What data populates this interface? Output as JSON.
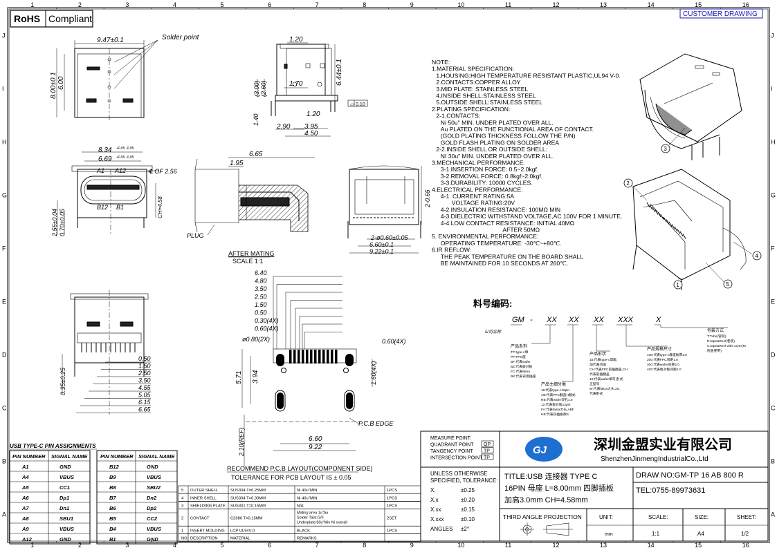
{
  "rohs": "RoHS Compliant",
  "rohs_parts": [
    "RoHS",
    "Compliant"
  ],
  "customer_drawing": "CUSTOMER DRAWING",
  "grid": {
    "cols": [
      "1",
      "2",
      "3",
      "4",
      "5",
      "6",
      "7",
      "8",
      "9",
      "10",
      "11",
      "12",
      "13",
      "14",
      "15",
      "16"
    ],
    "rows": [
      "J",
      "I",
      "H",
      "G",
      "F",
      "E",
      "D",
      "C",
      "B",
      "A"
    ]
  },
  "top_view": {
    "width": "9.47±0.1",
    "solder": "Solder point",
    "height": "8.00±0.1",
    "inner": "6.00"
  },
  "side_view": {
    "d120a": "1.20",
    "d170": "1.70",
    "d300": "(3.00)",
    "d260": "(2.60)",
    "d140": "1.40",
    "d120b": "1.20",
    "d290": "2.90",
    "d395": "3.95",
    "d450": "4.50",
    "d644": "6.44±0.1",
    "flat": "0.10"
  },
  "front_view": {
    "w834": "8.34",
    "w834_tol": "+0.05 -0.05",
    "w669": "6.69",
    "w669_tol": "+0.05 -0.05",
    "a1": "A1",
    "a12": "A12",
    "b12": "B12",
    "b1": "B1",
    "cl": "℄ OF 2.56",
    "h256": "2.56±0.04",
    "h070": "0.70±0.05",
    "ch": "CH=4.58"
  },
  "mating": {
    "d665": "6.65",
    "d195": "1.95",
    "plug": "PLUG",
    "title": "AFTER MATING",
    "scale": "SCALE 1:1"
  },
  "rear_view": {
    "d065": "2-0.65",
    "holes": "2-ø0.60±0.05",
    "w660": "6.60±0.1",
    "w922": "9.22±0.1"
  },
  "bottom_view": {
    "d035": "0.35±0.25",
    "dims": [
      "0.50",
      "1.50",
      "2.50",
      "3.50",
      "4.55",
      "5.05",
      "6.15",
      "6.65"
    ]
  },
  "pcb": {
    "dims_top": [
      "6.40",
      "4.80",
      "3.50",
      "2.50",
      "1.50",
      "0.50",
      "0.30(4X)",
      "0.60(4X)"
    ],
    "d080": "ø0.80(2X)",
    "d060": "0.60(4X)",
    "d571": "5.71",
    "d394": "3.94",
    "d160": "1.60(4X)",
    "d210": "2.10(REF)",
    "d660": "6.60",
    "d922": "9.22",
    "edge": "P.C.B EDGE",
    "title": "RECOMMEND P.C.B LAYOUT(COMPONENT SIDE)",
    "tol": "TOLERANCE FOR PCB LAYOUT IS ± 0.05"
  },
  "notes": [
    "NOTE:",
    "1.MATERIAL SPECIFICATION:",
    "  1.HOUSING:HIGH TEMPERATURE RESISTANT PLASTIC,UL94 V-0.",
    "  2.CONTACTS:COPPER ALLOY",
    "  3.MID PLATE: STAINLESS STEEL",
    "  4.INSIDE SHELL:STAINLESS STEEL",
    "  5.OUTSIDE SHELL:STAINLESS STEEL",
    "2.PLATING SPECIFICATION:",
    "  2-1.CONTACTS:",
    "    Ni 50u\" MIN. UNDER PLATED OVER ALL.",
    "    Au PLATED ON THE FUNCTIONAL AREA OF CONTACT.",
    "    (GOLD PLATING THICKNESS FOLLOW THE P/N)",
    "    GOLD FLASH PLATING ON SOLDER AREA",
    "  2-2.INSIDE SHELL OR OUTSIDE SHELL:",
    "    NI 30u\" MIN. UNDER PLATED OVER ALL.",
    "3.MECHANICAL PERFORMANCE.",
    "    3-1.INSERTION FORCE: 0.5~2.0kgf.",
    "    3-2.REMOVAL FORCE: 0.8kgf~2.0kgf.",
    "    3-3.DURABILITY: 10000 CYCLES.",
    "4.ELECTRICAL PERFORMANCE.",
    "    4-1. CURRENT RATING:5A",
    "         VOLTAGE RATING:20V",
    "    4-2.INSULATION RESISTANCE: 100MΩ  MIN",
    "    4-3.DIELECTRIC WITHSTAND VOLTAGE,AC 100V FOR 1 MINUTE.",
    "    4-4.LOW CONTACT RESISTANCE: INITIAL 40MΩ",
    "                                AFTER 50MΩ",
    "5. ENVIRONMENTAL PERFORMANCE:",
    "    OPERATING TEMPERATURE: -30℃~+80℃.",
    "6.IR REFLOW:",
    "    THE PEAK TEMPERATURE ON THE BOARD SHALL",
    "    BE MAINTAINED FOR 10 SECONDS AT 260℃."
  ],
  "partno": {
    "title": "料号编码:",
    "codes": [
      "GM",
      "-",
      "XX",
      "XX",
      "XX",
      "XXX",
      "X"
    ],
    "company": "公司名称",
    "series": "产品系列",
    "series_items": [
      "TP:type-c母",
      "PF:FPC座",
      "BF:代表wafer",
      "BZ:代表板对板",
      "FC:代表fakra",
      "BK:代表背景插座"
    ],
    "subtype": "产品主细分类",
    "subtype_items": [
      "16:代表type-c16pin",
      "AB:代表FPC翻盖H翻式",
      "RB:代表wafer双孔1.0",
      "12:代表板对板12pin",
      "FA:代表fakra大头,ABF",
      "HB:代表热插拔款S"
    ],
    "features": "产品形状",
    "features_items": [
      "15:代表type-c母座,",
      "加代表功能",
      "CH:代表FPC前插翻盖,CH",
      "代表前插翻盖",
      "10:代表wafer单弯,卧式",
      "正型号",
      "W:代表fakra大头,2G,",
      "代表卧式"
    ],
    "spec": "产品规格尺寸",
    "spec_items": [
      "100:代表type-c母座板厚1.0",
      "200:代表FPC间距1.0",
      "300:代表wafer间距2.0",
      "400:代表板对板间距2.0"
    ],
    "pack": "包装方式",
    "pack_items": [
      "T:Tube(管装)",
      "R:tape&Reel(卷装)",
      "C:tape&Reel with cover(M",
      "附盖卷带)"
    ]
  },
  "balloons": [
    "1",
    "2",
    "3",
    "4",
    "5"
  ],
  "pin_table": {
    "title": "USB TYPE-C PIN ASSIGNMENTS",
    "headers": [
      "PIN NUMBER",
      "SIGNAL NAME",
      "PIN NUMBER",
      "SIGNAL NAME"
    ],
    "rows": [
      [
        "A1",
        "GND",
        "B12",
        "GND"
      ],
      [
        "A4",
        "VBUS",
        "B9",
        "VBUS"
      ],
      [
        "A5",
        "CC1",
        "B8",
        "SBU2"
      ],
      [
        "A6",
        "Dp1",
        "B7",
        "Dn2"
      ],
      [
        "A7",
        "Dn1",
        "B6",
        "Dp2"
      ],
      [
        "A8",
        "SBU1",
        "B5",
        "CC2"
      ],
      [
        "A9",
        "VBUS",
        "B4",
        "VBUS"
      ],
      [
        "A12",
        "GND",
        "B1",
        "GND"
      ]
    ]
  },
  "bom": {
    "headers": [
      "NO.",
      "DESCRIPTION",
      "MATERIAL",
      "REMARKS",
      ""
    ],
    "rows": [
      [
        "5",
        "OUTER SHELL",
        "SUS304 T=0.25MM",
        "Ni 40u\"MIN",
        "1PCS"
      ],
      [
        "4",
        "INNER SHELL",
        "SUS304 T=0.30MM",
        "Ni 40u\"MIN",
        "1PCS"
      ],
      [
        "3",
        "SHIELDING PLATE",
        "SUS301 T=0.15MM",
        "N/A",
        "1PCS"
      ],
      [
        "2",
        "CONTACT",
        "C2680 T=0.15MM",
        "Mating area 1u\"Au|Solder Tails:G/F|Underplate:80u\"Min Ni overall",
        "2SET"
      ],
      [
        "1",
        "INSERT MOLDING",
        "LCP UL94V-0",
        "BLACK",
        "1PCS"
      ]
    ]
  },
  "title_block": {
    "measure": [
      "MEASURE POINT:",
      "QUADRANT POINT",
      "TANGENCY POINT",
      "INTERSECTION POINT"
    ],
    "measure_codes": [
      "QP",
      "TP",
      "TP"
    ],
    "company_cn": "深圳金盟实业有限公司",
    "company_en": "ShenzhenJinmengIndustrialCo.,Ltd",
    "tol_title": [
      "UNLESS OTHERWISE",
      "SPECIFIED, TOLERANCE:"
    ],
    "tol_rows": [
      [
        "X.",
        "±0.25"
      ],
      [
        "X.x",
        "±0.20"
      ],
      [
        "X.xx",
        "±0.15"
      ],
      [
        "X.xxx",
        "±0.10"
      ],
      [
        "ANGLES",
        "±2°"
      ]
    ],
    "title_lines": [
      "TITLE:USB 连接器 TYPE C",
      "16PIN 母座 L=8.00mm 四脚插板",
      "加高3.0mm CH=4.58mm"
    ],
    "draw_no": "DRAW NO:GM-TP 16 AB 800 R",
    "tel": "TEL:0755-89973631",
    "projection": "THIRD ANGLE PROJECTION",
    "unit_label": "UNIT:",
    "unit": "mm",
    "scale_label": "SCALE:",
    "scale": "1:1",
    "size_label": "SIZE:",
    "size": "A4",
    "sheet_label": "SHEET:",
    "sheet": "1/2"
  }
}
